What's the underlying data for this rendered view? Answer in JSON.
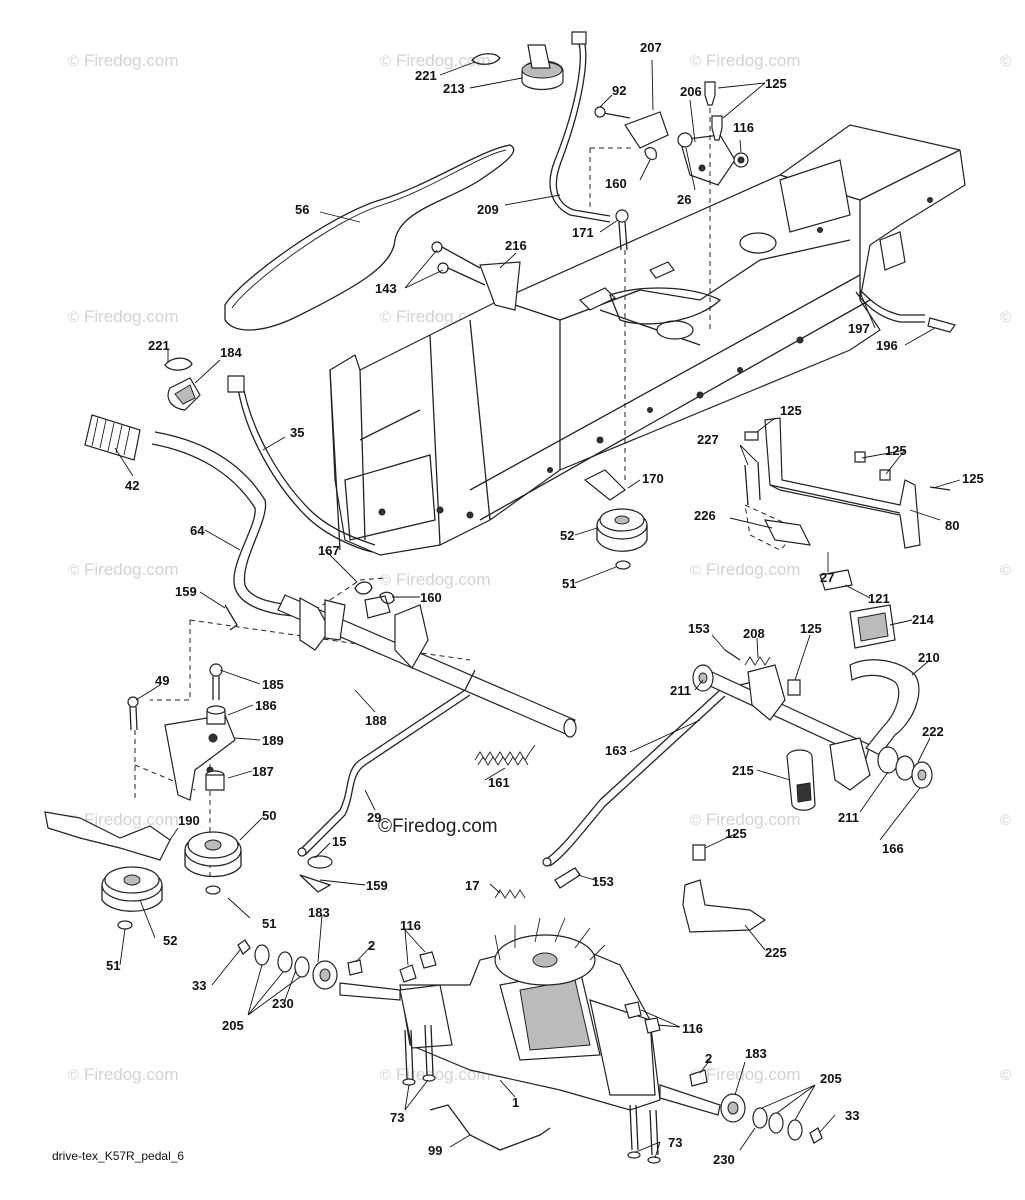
{
  "watermark": {
    "text": "Firedog.com",
    "symbol": "©"
  },
  "center_watermark": "©Firedog.com",
  "caption": "drive-tex_K57R_pedal_6",
  "labels": {
    "p221a": "221",
    "p213": "213",
    "p207": "207",
    "p206": "206",
    "p125a": "125",
    "p92": "92",
    "p116a": "116",
    "p160a": "160",
    "p26": "26",
    "p56": "56",
    "p209": "209",
    "p216": "216",
    "p171": "171",
    "p143": "143",
    "p197": "197",
    "p196": "196",
    "p221b": "221",
    "p184": "184",
    "p125b": "125",
    "p35": "35",
    "p42": "42",
    "p227": "227",
    "p125c": "125",
    "p125d": "125",
    "p170": "170",
    "p226": "226",
    "p80": "80",
    "p64": "64",
    "p52a": "52",
    "p167": "167",
    "p27": "27",
    "p51a": "51",
    "p160b": "160",
    "p159a": "159",
    "p121": "121",
    "p214": "214",
    "p153a": "153",
    "p208": "208",
    "p125e": "125",
    "p210": "210",
    "p49": "49",
    "p185": "185",
    "p211a": "211",
    "p186": "186",
    "p188": "188",
    "p222": "222",
    "p189": "189",
    "p163": "163",
    "p161": "161",
    "p187": "187",
    "p215": "215",
    "p29": "29",
    "p211b": "211",
    "p190": "190",
    "p50": "50",
    "p166": "166",
    "p15": "15",
    "p159b": "159",
    "p125f": "125",
    "p17": "17",
    "p153b": "153",
    "p51b": "51",
    "p52b": "52",
    "p183a": "183",
    "p116b": "116",
    "p225": "225",
    "p2a": "2",
    "p33a": "33",
    "p205a": "205",
    "p230a": "230",
    "p51c": "51",
    "p116c": "116",
    "p2b": "2",
    "p183b": "183",
    "p205b": "205",
    "p33b": "33",
    "p1": "1",
    "p73a": "73",
    "p99": "99",
    "p73b": "73",
    "p230b": "230"
  }
}
